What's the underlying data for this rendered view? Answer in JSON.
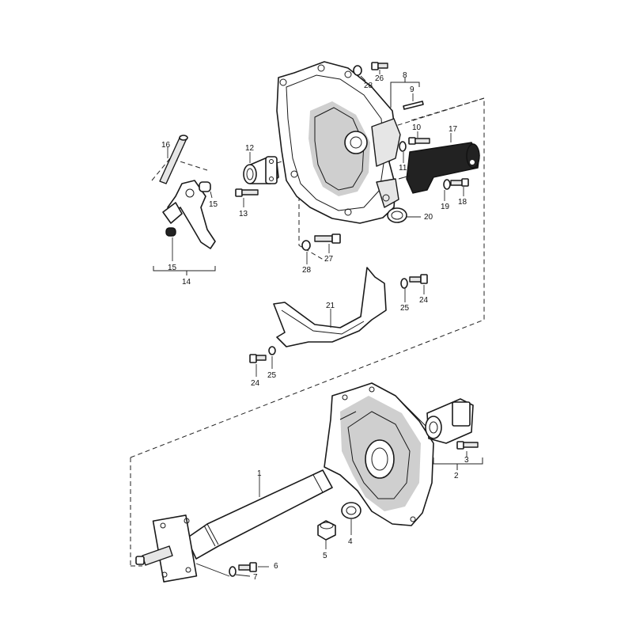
{
  "callouts": {
    "c1": "1",
    "c2": "2",
    "c3": "3",
    "c4": "4",
    "c5": "5",
    "c6": "6",
    "c7": "7",
    "c8": "8",
    "c9": "9",
    "c10": "10",
    "c11": "11",
    "c12": "12",
    "c13": "13",
    "c14": "14",
    "c15a": "15",
    "c15b": "15",
    "c16": "16",
    "c17": "17",
    "c18": "18",
    "c19": "19",
    "c20": "20",
    "c21": "21",
    "c24a": "24",
    "c24b": "24",
    "c25a": "25",
    "c25b": "25",
    "c26": "26",
    "c27": "27",
    "c28a": "28",
    "c28b": "28"
  },
  "colors": {
    "line": "#1a1a1a",
    "fill": "#ffffff",
    "shade": "#cfcfcf",
    "dark": "#222222"
  }
}
